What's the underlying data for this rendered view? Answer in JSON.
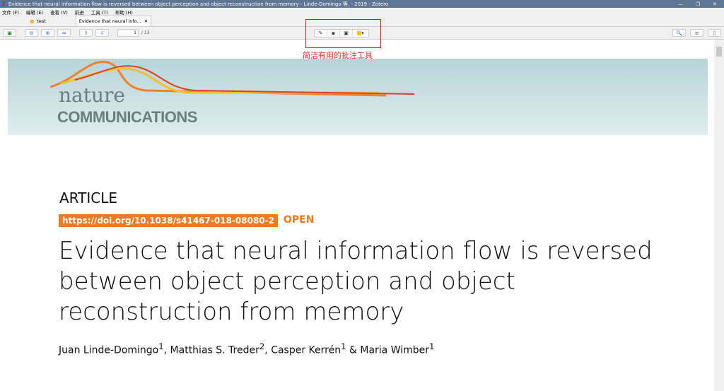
{
  "window": {
    "title": "Evidence that neural information flow is reversed between object perception and object reconstruction from memory - Linde-Domingo 等. - 2019 - Zotero",
    "logo": "Z",
    "controls": [
      "—",
      "❐",
      "✕"
    ]
  },
  "menu": [
    "文件 (F)",
    "编辑 (E)",
    "查看 (V)",
    "前进",
    "工具 (T)",
    "帮助 (H)"
  ],
  "tabs": [
    {
      "label": "test"
    },
    {
      "label": "Evidence that neural info..."
    }
  ],
  "toolbar": {
    "page": "1",
    "page_count": "/ 13"
  },
  "annotation_label": "简洁有用的批注工具",
  "colors": {
    "highlight": "#f4c400",
    "annotation_box": "#e02020",
    "doi_bg": "#f07a20"
  },
  "doc": {
    "journal_top": "nature",
    "journal_bottom": "COMMUNICATIONS",
    "type": "ARTICLE",
    "doi": "https://doi.org/10.1038/s41467-018-08080-2",
    "open": "OPEN",
    "title": "Evidence that neural information flow is reversed between object perception and object reconstruction from memory",
    "authors": [
      {
        "name": "Juan Linde-Domingo",
        "sup": "1",
        "sep": ", "
      },
      {
        "name": "Matthias S. Treder",
        "sup": "2",
        "sep": ", "
      },
      {
        "name": "Casper Kerrén",
        "sup": "1",
        "sep": " & "
      },
      {
        "name": "Maria Wimber",
        "sup": "1",
        "sep": ""
      }
    ]
  }
}
